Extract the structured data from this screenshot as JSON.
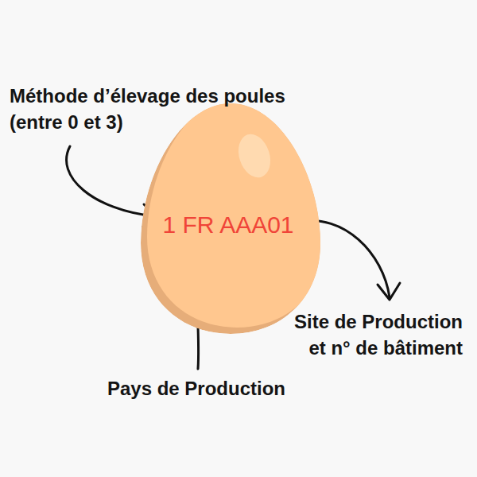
{
  "diagram": {
    "nodes": [
      {
        "text": [
          "1 FR AAA01"
        ]
      }
    ],
    "labels": [
      "Méthode d’élevage des poules (entre 0 et 3)",
      "Pays de Production",
      "Site de Production et n° de bâtiment"
    ]
  }
}
